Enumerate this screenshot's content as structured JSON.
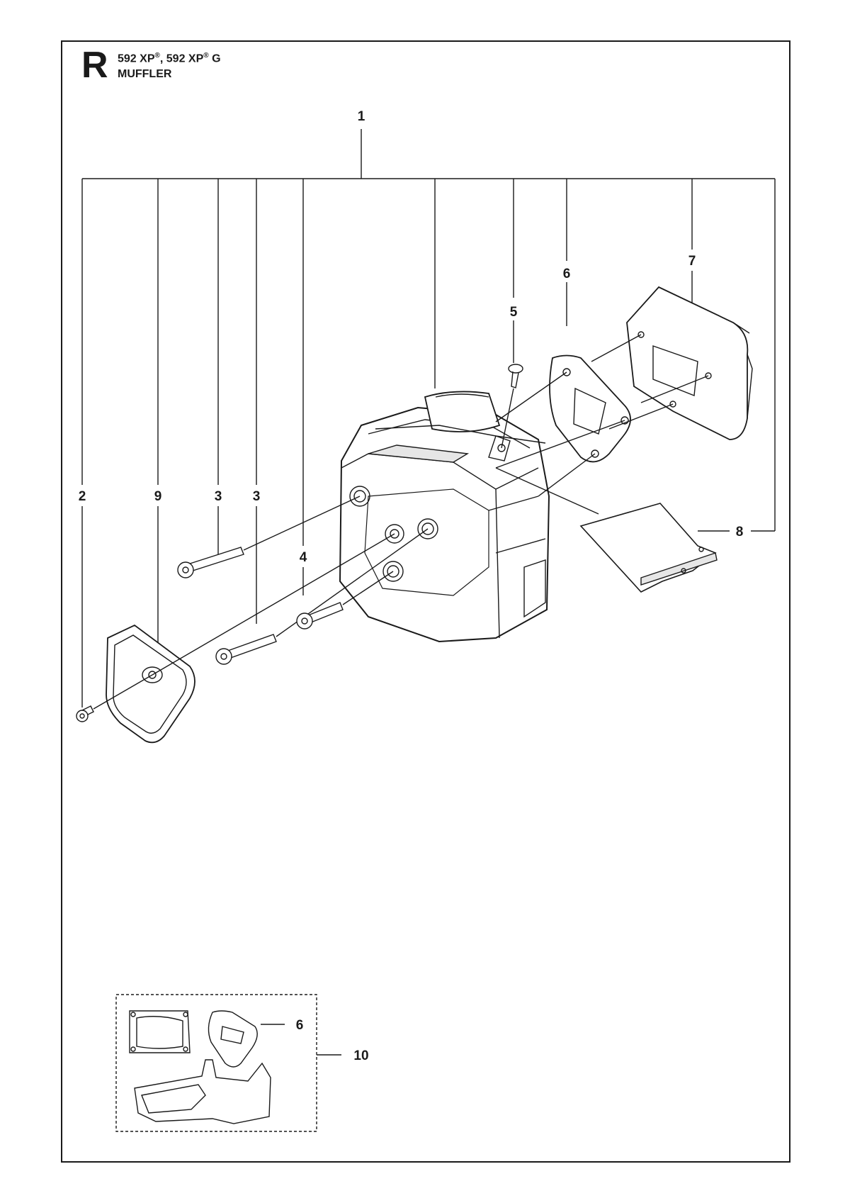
{
  "header": {
    "section_letter": "R",
    "model_a": "592 XP",
    "model_b": "592 XP",
    "model_b_suffix": "G",
    "registered_mark": "®",
    "comma": ",",
    "section_title": "MUFFLER"
  },
  "callouts": {
    "c1": "1",
    "c2": "2",
    "c9": "9",
    "c3a": "3",
    "c3b": "3",
    "c4": "4",
    "c5": "5",
    "c6": "6",
    "c7": "7",
    "c8": "8",
    "c6kit": "6",
    "c10": "10"
  },
  "colors": {
    "line": "#1a1a1a",
    "fill": "#ffffff",
    "shade": "#e6e6e6"
  }
}
